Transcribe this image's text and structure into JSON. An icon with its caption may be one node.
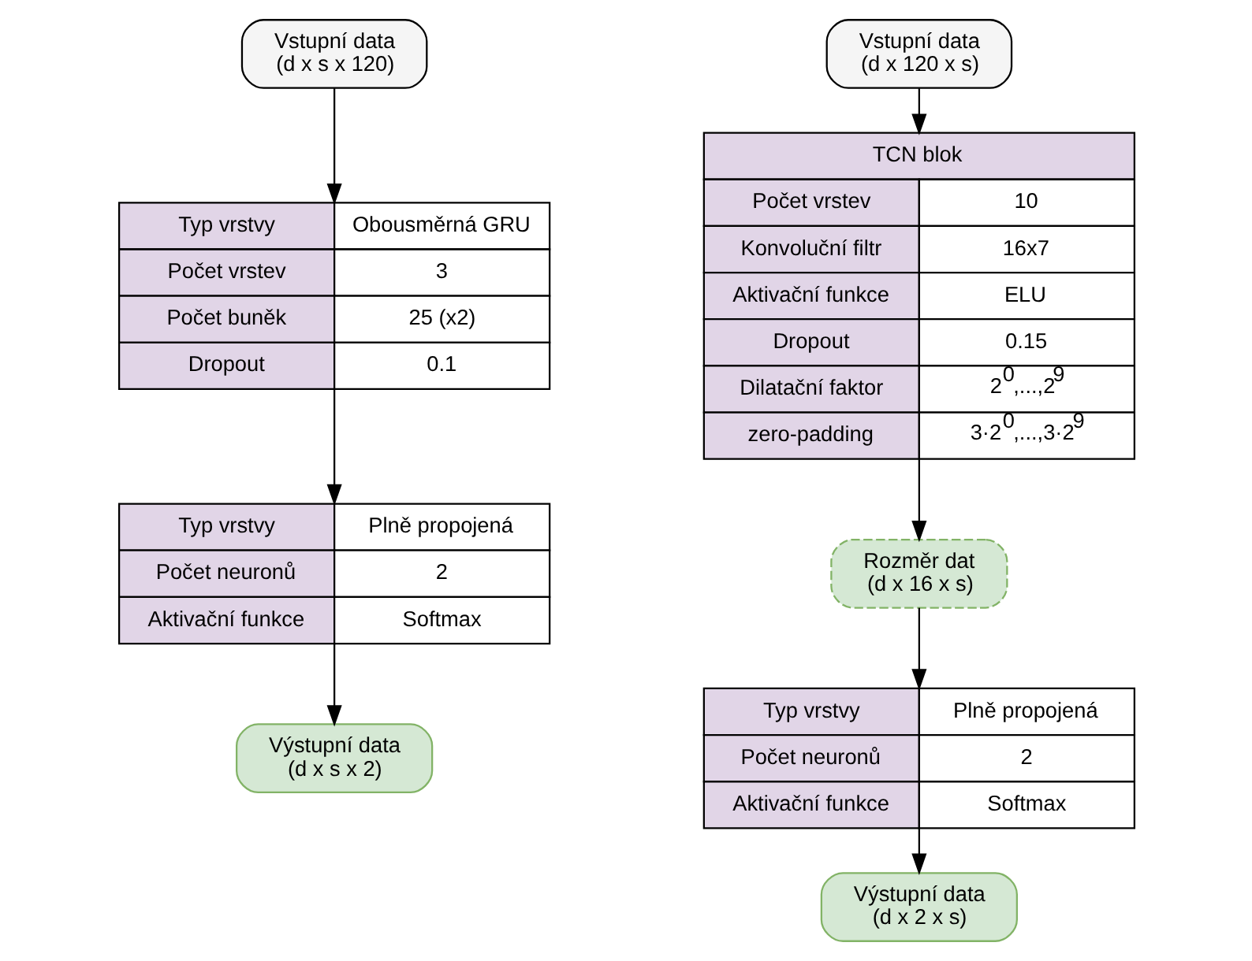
{
  "diagram": {
    "nodes": [
      {
        "text": [
          "Vstupní data",
          "(d x s x 120)"
        ]
      },
      {
        "text": [
          "Typ vrstvy",
          "Obousměrná GRU",
          "Počet vrstev",
          "3",
          "Počet buněk",
          "25 (x2)",
          "Dropout",
          "0.1"
        ]
      },
      {
        "text": [
          "Typ vrstvy",
          "Plně propojená",
          "Počet neuronů",
          "2",
          "Aktivační funkce",
          "Softmax"
        ]
      },
      {
        "text": [
          "Výstupní data",
          "(d x s x 2)"
        ]
      },
      {
        "text": [
          "Vstupní data",
          "(d x 120 x s)"
        ]
      },
      {
        "text": [
          "TCN blok",
          "Počet vrstev",
          "10",
          "Konvoluční filtr",
          "16x7",
          "Aktivační funkce",
          "ELU",
          "Dropout",
          "0.15",
          "Dilatační faktor",
          "2$^{0}$,...,2$^{9}$",
          "zero-padding",
          "3·2$^{0}$,...,3·2$^{9}$"
        ]
      },
      {
        "text": [
          "Rozměr dat",
          "(d x 16 x s)"
        ]
      },
      {
        "text": [
          "Typ vrstvy",
          "Plně propojená",
          "Počet neuronů",
          "2",
          "Aktivační funkce",
          "Softmax"
        ]
      },
      {
        "text": [
          "Výstupní data",
          "(d x 2 x s)"
        ]
      }
    ],
    "edges": [
      {
        "from": 0,
        "to": 1,
        "arrow": "to"
      },
      {
        "from": 1,
        "to": 2,
        "arrow": "to"
      },
      {
        "from": 2,
        "to": 3,
        "arrow": "to"
      },
      {
        "from": 4,
        "to": 5,
        "arrow": "to"
      },
      {
        "from": 5,
        "to": 6,
        "arrow": "to"
      },
      {
        "from": 6,
        "to": 7,
        "arrow": "to"
      },
      {
        "from": 7,
        "to": 8,
        "arrow": "to"
      }
    ]
  }
}
